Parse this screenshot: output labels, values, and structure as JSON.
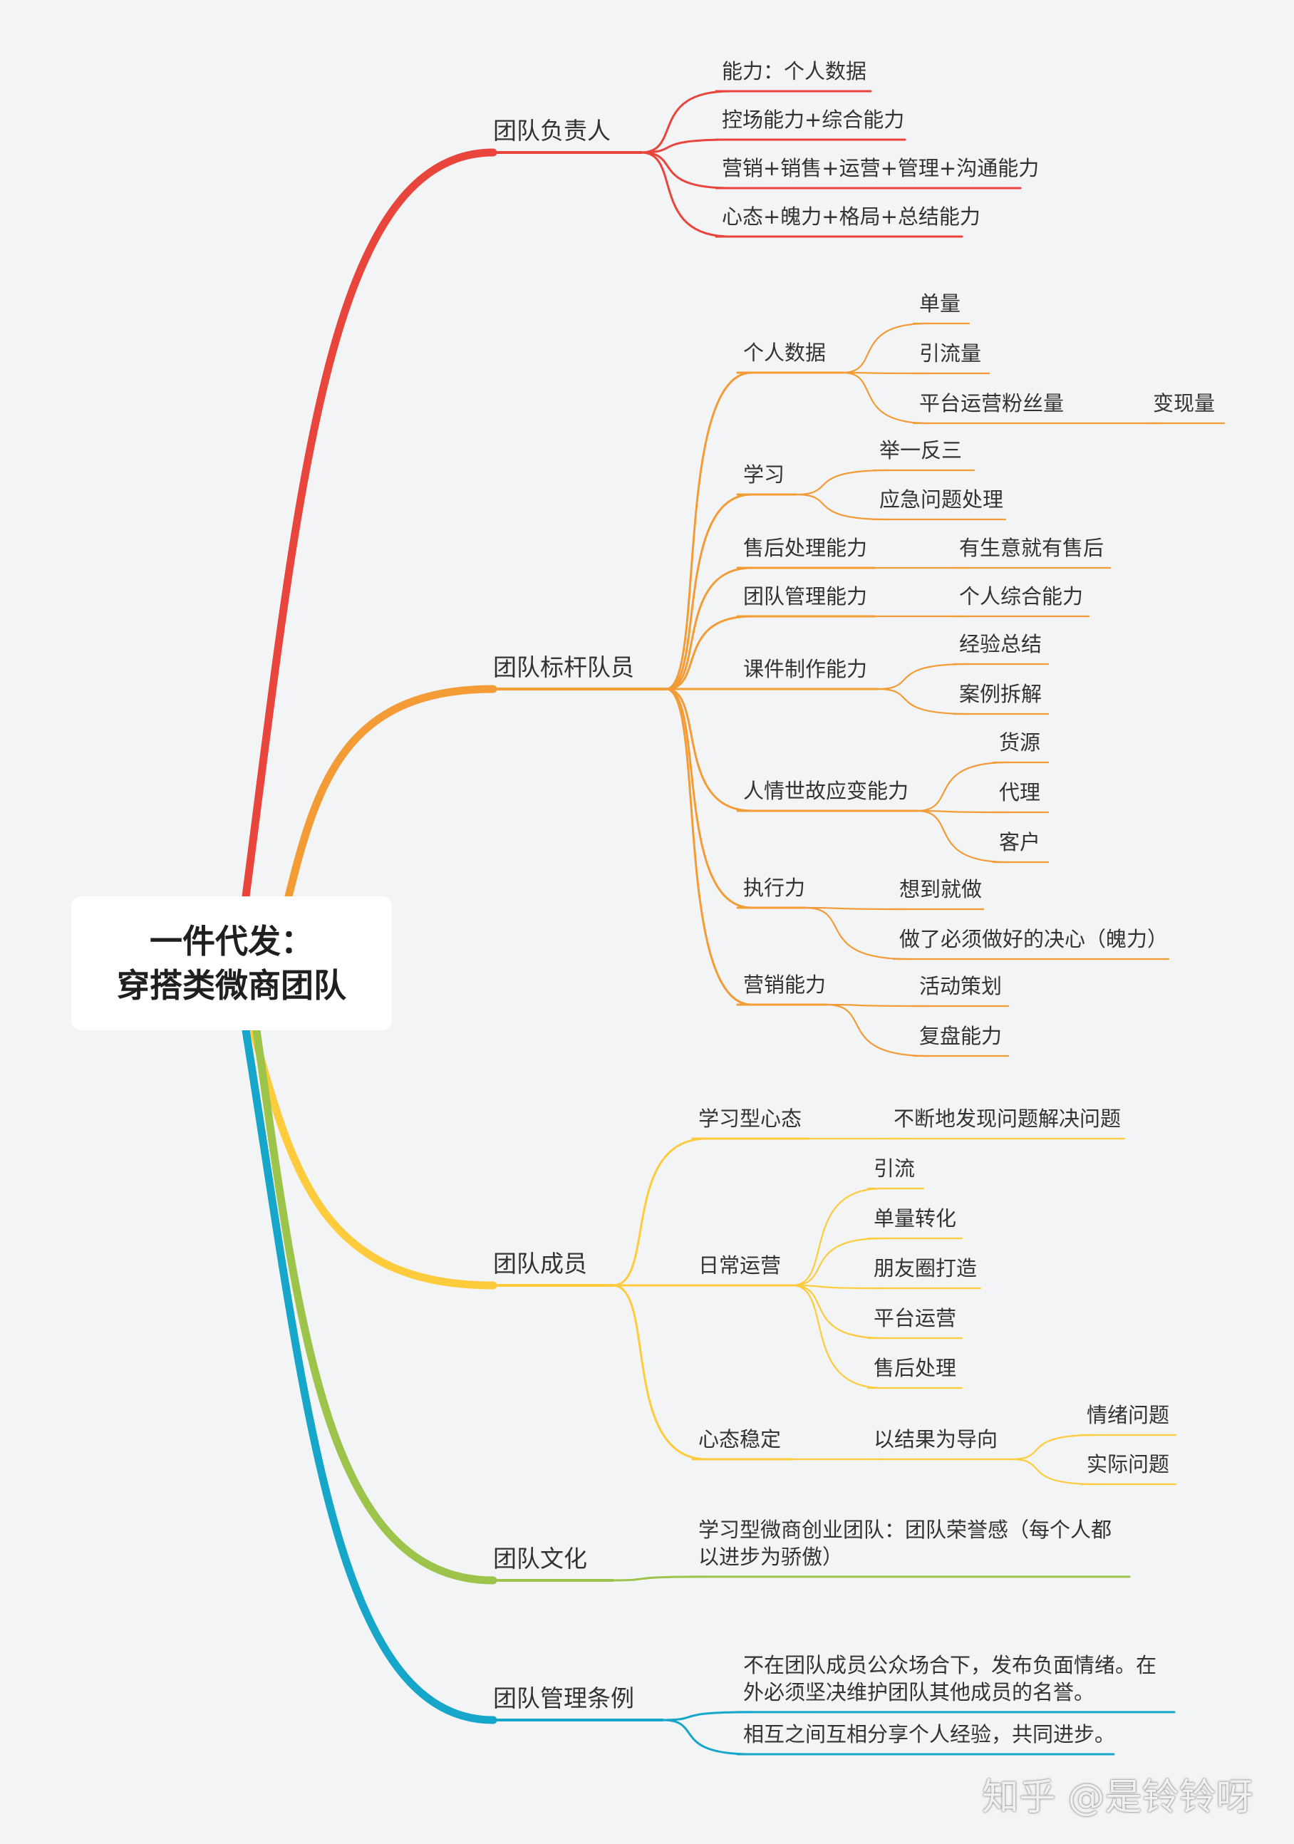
{
  "colors": {
    "branch_1": "#e8453c",
    "branch_2": "#f39b35",
    "branch_3": "#fdcb3b",
    "branch_4": "#9cc34a",
    "branch_5": "#16a6c9",
    "background": "#f3f4f5"
  },
  "root": {
    "line1": "一件代发：",
    "line2": "穿搭类微商团队"
  },
  "branches": [
    {
      "label": "团队负责人",
      "children": [
        {
          "label": "能力：个人数据"
        },
        {
          "label": "控场能力+综合能力"
        },
        {
          "label": "营销+销售+运营+管理+沟通能力"
        },
        {
          "label": "心态+魄力+格局+总结能力"
        }
      ]
    },
    {
      "label": "团队标杆队员",
      "children": [
        {
          "label": "个人数据",
          "children": [
            {
              "label": "单量"
            },
            {
              "label": "引流量"
            },
            {
              "label": "平台运营粉丝量",
              "children": [
                {
                  "label": "变现量"
                }
              ]
            }
          ]
        },
        {
          "label": "学习",
          "children": [
            {
              "label": "举一反三"
            },
            {
              "label": "应急问题处理"
            }
          ]
        },
        {
          "label": "售后处理能力",
          "children": [
            {
              "label": "有生意就有售后"
            }
          ]
        },
        {
          "label": "团队管理能力",
          "children": [
            {
              "label": "个人综合能力"
            }
          ]
        },
        {
          "label": "课件制作能力",
          "children": [
            {
              "label": "经验总结"
            },
            {
              "label": "案例拆解"
            }
          ]
        },
        {
          "label": "人情世故应变能力",
          "children": [
            {
              "label": "货源"
            },
            {
              "label": "代理"
            },
            {
              "label": "客户"
            }
          ]
        },
        {
          "label": "执行力",
          "children": [
            {
              "label": "想到就做"
            },
            {
              "label": "做了必须做好的决心（魄力）"
            }
          ]
        },
        {
          "label": "营销能力",
          "children": [
            {
              "label": "活动策划"
            },
            {
              "label": "复盘能力"
            }
          ]
        }
      ]
    },
    {
      "label": "团队成员",
      "children": [
        {
          "label": "学习型心态",
          "children": [
            {
              "label": "不断地发现问题解决问题"
            }
          ]
        },
        {
          "label": "日常运营",
          "children": [
            {
              "label": "引流"
            },
            {
              "label": "单量转化"
            },
            {
              "label": "朋友圈打造"
            },
            {
              "label": "平台运营"
            },
            {
              "label": "售后处理"
            }
          ]
        },
        {
          "label": "心态稳定",
          "children": [
            {
              "label": "以结果为导向",
              "children": [
                {
                  "label": "情绪问题"
                },
                {
                  "label": "实际问题"
                }
              ]
            }
          ]
        }
      ]
    },
    {
      "label": "团队文化",
      "children": [
        {
          "label": "学习型微商创业团队：团队荣誉感（每个人都以进步为骄傲）"
        }
      ]
    },
    {
      "label": "团队管理条例",
      "children": [
        {
          "label": "不在团队成员公众场合下，发布负面情绪。在外必须坚决维护团队其他成员的名誉。"
        },
        {
          "label": "相互之间互相分享个人经验，共同进步。"
        }
      ]
    }
  ],
  "watermark": "知乎 @是铃铃呀"
}
